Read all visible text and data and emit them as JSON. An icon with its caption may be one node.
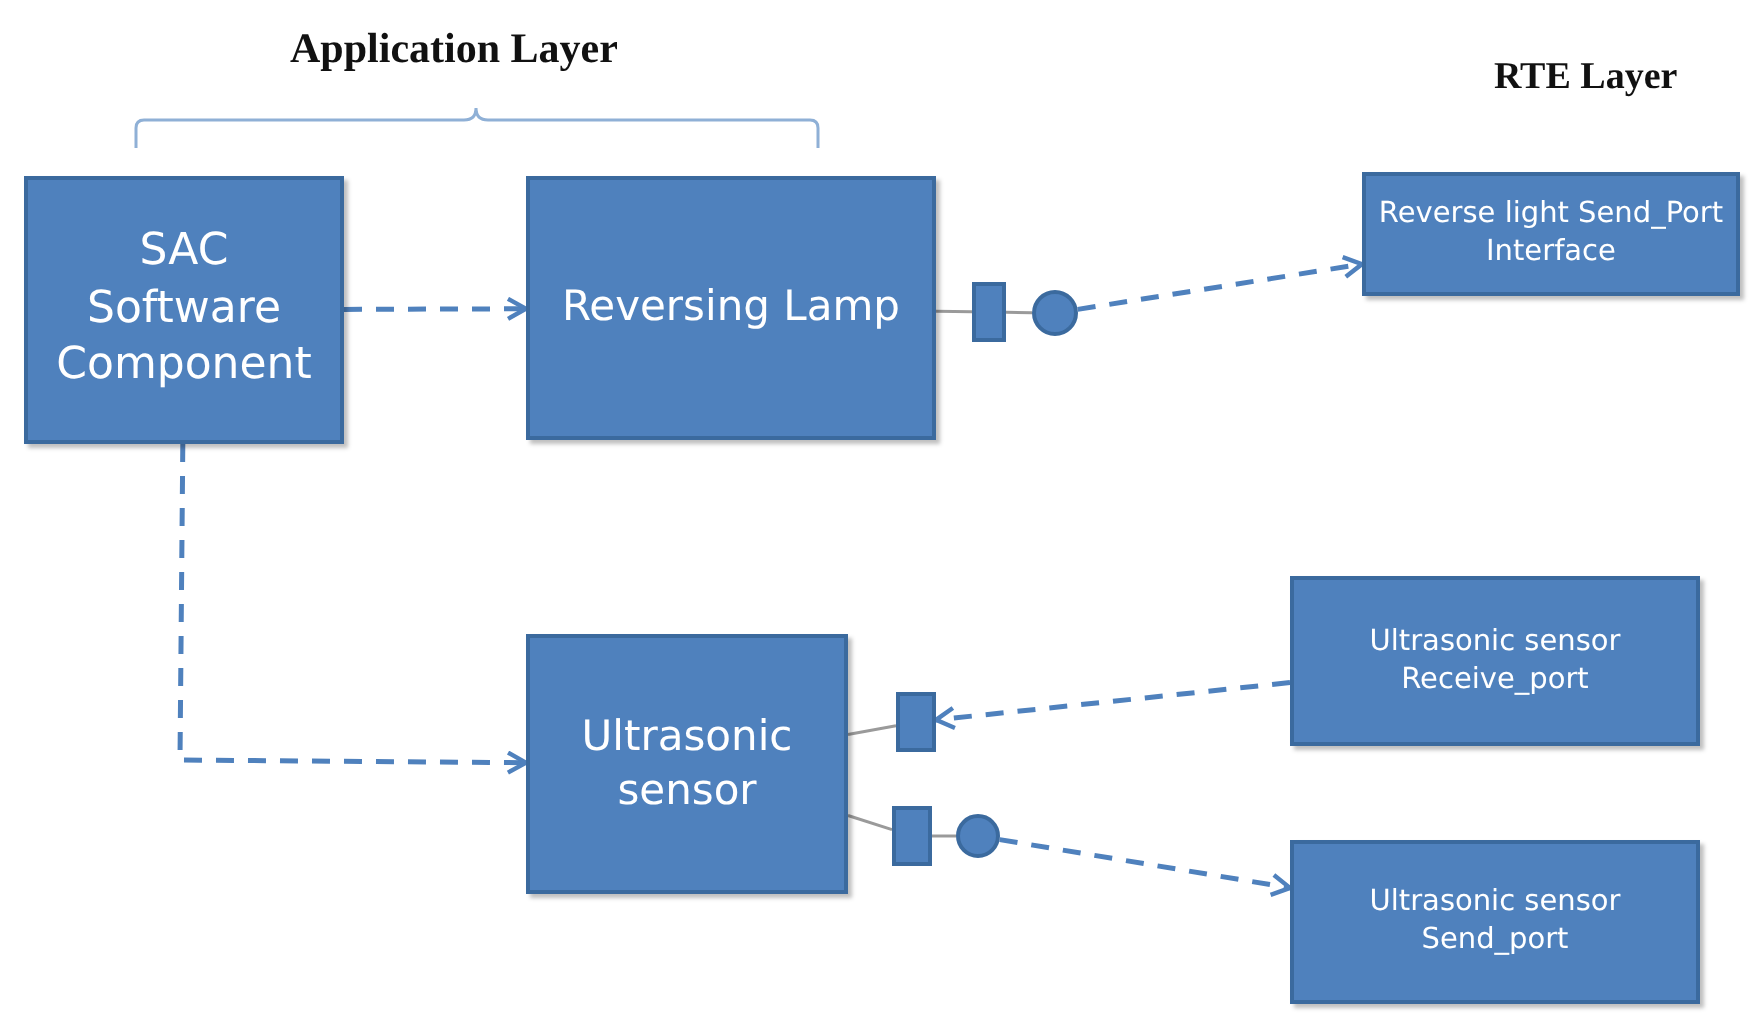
{
  "diagram": {
    "nodes": [
      {
        "text": [
          "SAC Software Component"
        ]
      },
      {
        "text": [
          "Reversing Lamp"
        ]
      },
      {
        "text": [
          "Reverse light Send_Port Interface"
        ]
      },
      {
        "text": [
          "Ultrasonic sensor"
        ]
      },
      {
        "text": [
          "Ultrasonic sensor Receive_port"
        ]
      },
      {
        "text": [
          "Ultrasonic sensor Send_port"
        ]
      },
      {
        "text": [],
        "shape": "box"
      },
      {
        "text": [],
        "shape": "circle"
      },
      {
        "text": [],
        "shape": "box"
      },
      {
        "text": [],
        "shape": "box"
      },
      {
        "text": [],
        "shape": "circle"
      }
    ],
    "edges": [
      {
        "from": 0,
        "to": 1,
        "arrow": "to",
        "style": "dashed"
      },
      {
        "from": 0,
        "to": 3,
        "arrow": "to",
        "style": "dashed"
      },
      {
        "from": 1,
        "to": 6,
        "arrow": "none",
        "color": "#9a9a9a"
      },
      {
        "from": 6,
        "to": 7,
        "arrow": "none",
        "color": "#9a9a9a"
      },
      {
        "from": 7,
        "to": 2,
        "arrow": "to",
        "style": "dashed"
      },
      {
        "from": 4,
        "to": 8,
        "arrow": "to",
        "style": "dashed"
      },
      {
        "from": 3,
        "to": 8,
        "arrow": "none",
        "color": "#9a9a9a"
      },
      {
        "from": 3,
        "to": 9,
        "arrow": "none",
        "color": "#9a9a9a"
      },
      {
        "from": 9,
        "to": 10,
        "arrow": "none",
        "color": "#9a9a9a"
      },
      {
        "from": 10,
        "to": 5,
        "arrow": "to",
        "style": "dashed"
      }
    ],
    "labels": [
      "Application Layer",
      "RTE Layer"
    ]
  }
}
